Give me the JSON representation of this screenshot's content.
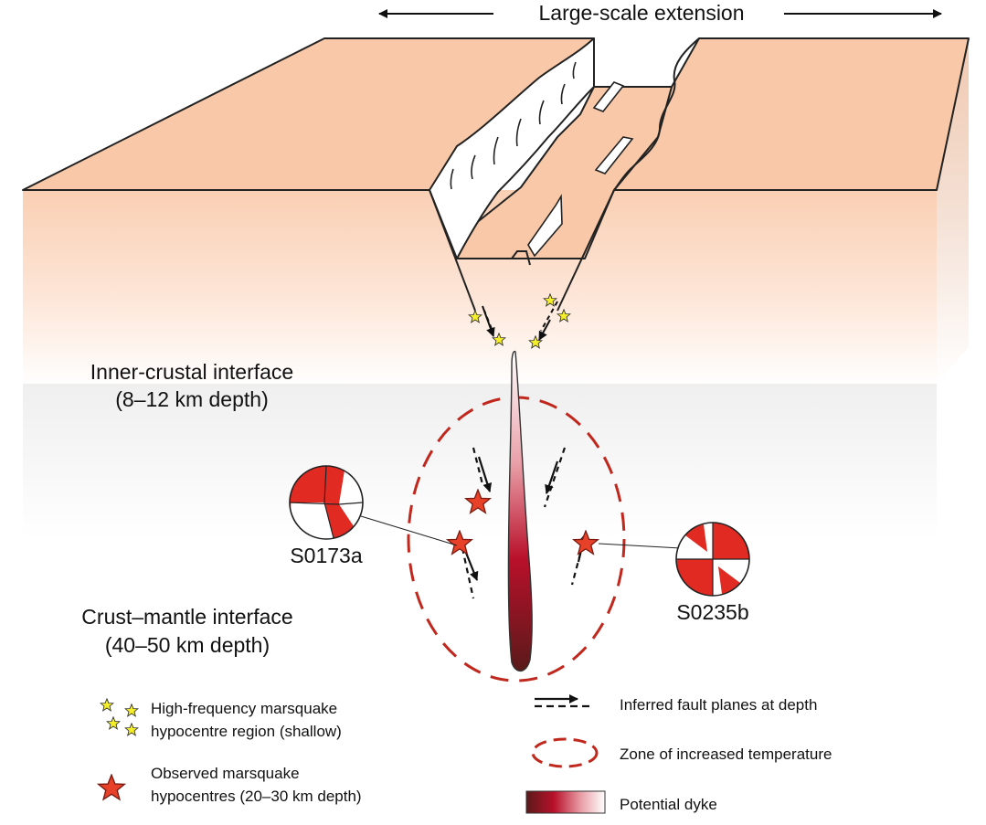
{
  "header": {
    "title": "Large-scale extension"
  },
  "labels": {
    "inner_interface": "Inner-crustal interface",
    "inner_depth": "(8–12 km depth)",
    "crust_mantle_interface": "Crust–mantle interface",
    "crust_mantle_depth": "(40–50 km depth)"
  },
  "events": [
    {
      "id": "S0173a"
    },
    {
      "id": "S0235b"
    }
  ],
  "legend": {
    "hf_line1": "High-frequency marsquake",
    "hf_line2": "hypocentre region (shallow)",
    "obs_line1": "Observed marsquake",
    "obs_line2": "hypocentres (20–30 km depth)",
    "fault": "Inferred fault planes at depth",
    "zone": "Zone of increased temperature",
    "dyke": "Potential dyke"
  },
  "colors": {
    "crust_surface": "#f8c8a8",
    "crust_side": "#fbd9c4",
    "quake_star": "#e8412a",
    "hf_star": "#f5ef2a",
    "zone_dash": "#c0281e",
    "dyke_dark": "#5a1a1a",
    "dyke_red": "#b8102a",
    "mechanism_red": "#e02a22"
  },
  "icons": [
    "arrow-left-icon",
    "arrow-right-icon",
    "yellow-star-icon",
    "red-star-icon",
    "dashed-arrow-icon",
    "dashed-ellipse-icon",
    "dyke-gradient-icon",
    "beachball-icon"
  ]
}
